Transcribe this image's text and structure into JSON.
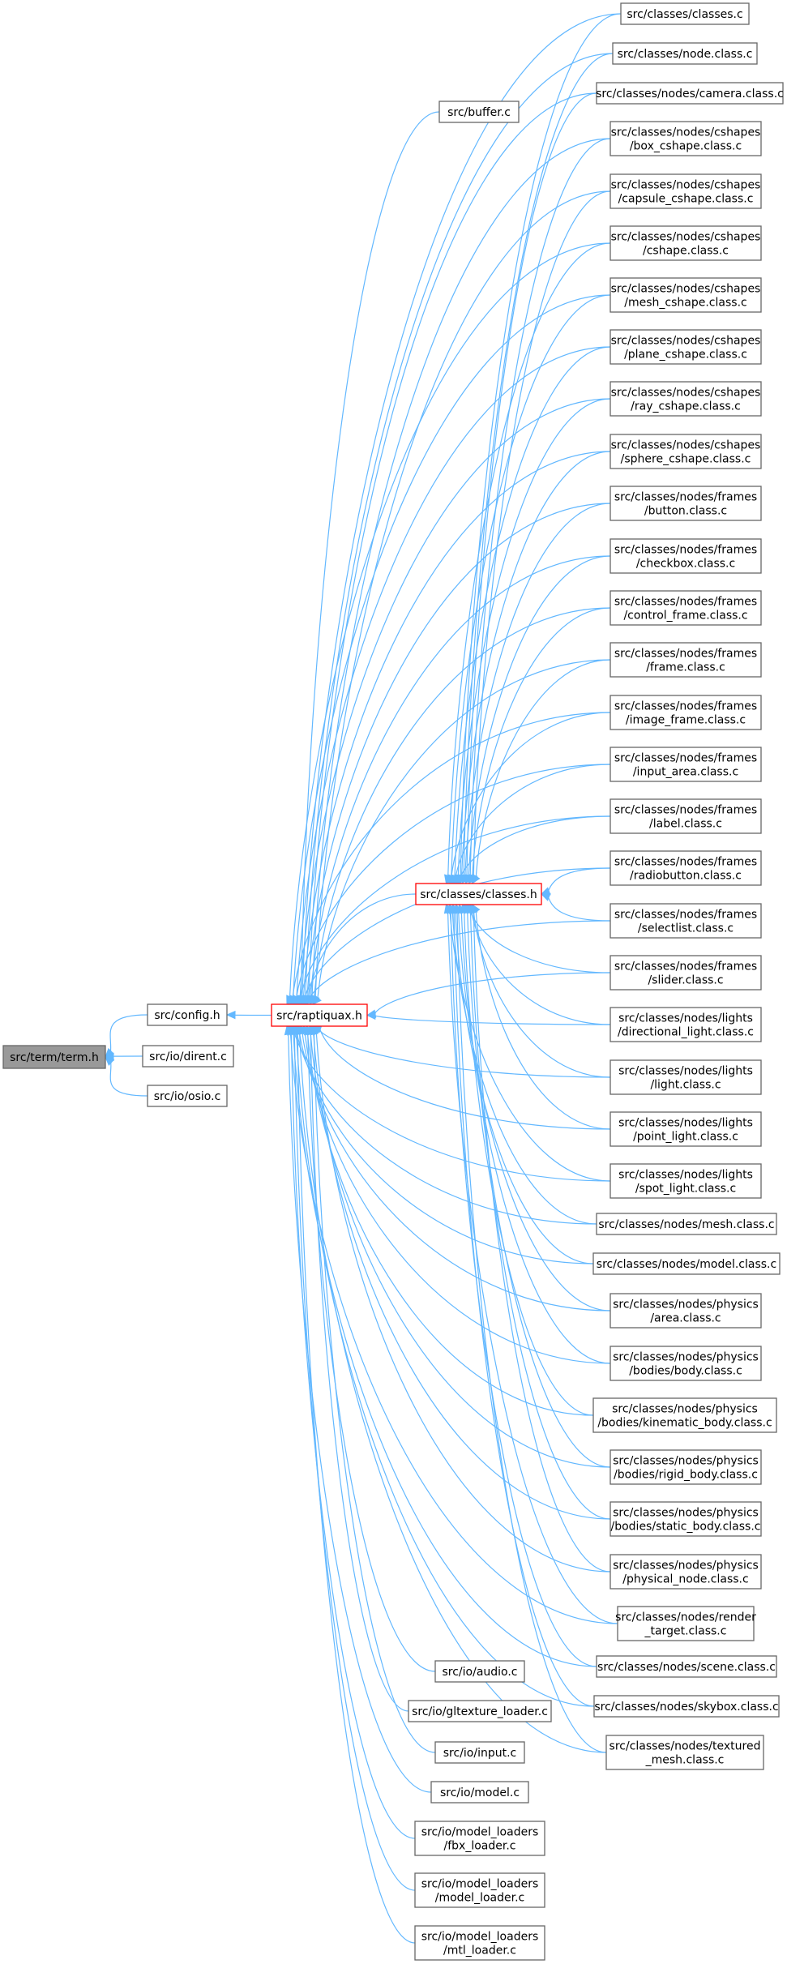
{
  "graph": {
    "colors": {
      "edge": "#63b8ff",
      "node_border": "#666666",
      "root_fill": "#999999",
      "highlight_border": "#ff0000"
    },
    "nodes": [
      {
        "id": "term",
        "lines": [
          "src/term/term.h"
        ],
        "style": "root"
      },
      {
        "id": "config",
        "lines": [
          "src/config.h"
        ]
      },
      {
        "id": "dirent",
        "lines": [
          "src/io/dirent.c"
        ]
      },
      {
        "id": "osio",
        "lines": [
          "src/io/osio.c"
        ]
      },
      {
        "id": "raptiquax",
        "lines": [
          "src/raptiquax.h"
        ],
        "style": "highlight"
      },
      {
        "id": "buffer",
        "lines": [
          "src/buffer.c"
        ]
      },
      {
        "id": "classes_h",
        "lines": [
          "src/classes/classes.h"
        ],
        "style": "highlight"
      },
      {
        "id": "audio",
        "lines": [
          "src/io/audio.c"
        ]
      },
      {
        "id": "gltexture",
        "lines": [
          "src/io/gltexture_loader.c"
        ]
      },
      {
        "id": "input",
        "lines": [
          "src/io/input.c"
        ]
      },
      {
        "id": "model",
        "lines": [
          "src/io/model.c"
        ]
      },
      {
        "id": "fbx",
        "lines": [
          "src/io/model_loaders",
          "/fbx_loader.c"
        ]
      },
      {
        "id": "model_loader",
        "lines": [
          "src/io/model_loaders",
          "/model_loader.c"
        ]
      },
      {
        "id": "mtl",
        "lines": [
          "src/io/model_loaders",
          "/mtl_loader.c"
        ]
      },
      {
        "id": "classes_c",
        "lines": [
          "src/classes/classes.c"
        ]
      },
      {
        "id": "node_c",
        "lines": [
          "src/classes/node.class.c"
        ]
      },
      {
        "id": "camera",
        "lines": [
          "src/classes/nodes/camera.class.c"
        ]
      },
      {
        "id": "box_cshape",
        "lines": [
          "src/classes/nodes/cshapes",
          "/box_cshape.class.c"
        ]
      },
      {
        "id": "capsule_cshape",
        "lines": [
          "src/classes/nodes/cshapes",
          "/capsule_cshape.class.c"
        ]
      },
      {
        "id": "cshape",
        "lines": [
          "src/classes/nodes/cshapes",
          "/cshape.class.c"
        ]
      },
      {
        "id": "mesh_cshape",
        "lines": [
          "src/classes/nodes/cshapes",
          "/mesh_cshape.class.c"
        ]
      },
      {
        "id": "plane_cshape",
        "lines": [
          "src/classes/nodes/cshapes",
          "/plane_cshape.class.c"
        ]
      },
      {
        "id": "ray_cshape",
        "lines": [
          "src/classes/nodes/cshapes",
          "/ray_cshape.class.c"
        ]
      },
      {
        "id": "sphere_cshape",
        "lines": [
          "src/classes/nodes/cshapes",
          "/sphere_cshape.class.c"
        ]
      },
      {
        "id": "button",
        "lines": [
          "src/classes/nodes/frames",
          "/button.class.c"
        ]
      },
      {
        "id": "checkbox",
        "lines": [
          "src/classes/nodes/frames",
          "/checkbox.class.c"
        ]
      },
      {
        "id": "control_frame",
        "lines": [
          "src/classes/nodes/frames",
          "/control_frame.class.c"
        ]
      },
      {
        "id": "frame",
        "lines": [
          "src/classes/nodes/frames",
          "/frame.class.c"
        ]
      },
      {
        "id": "image_frame",
        "lines": [
          "src/classes/nodes/frames",
          "/image_frame.class.c"
        ]
      },
      {
        "id": "input_area",
        "lines": [
          "src/classes/nodes/frames",
          "/input_area.class.c"
        ]
      },
      {
        "id": "label",
        "lines": [
          "src/classes/nodes/frames",
          "/label.class.c"
        ]
      },
      {
        "id": "radiobutton",
        "lines": [
          "src/classes/nodes/frames",
          "/radiobutton.class.c"
        ]
      },
      {
        "id": "selectlist",
        "lines": [
          "src/classes/nodes/frames",
          "/selectlist.class.c"
        ]
      },
      {
        "id": "slider",
        "lines": [
          "src/classes/nodes/frames",
          "/slider.class.c"
        ]
      },
      {
        "id": "directional_light",
        "lines": [
          "src/classes/nodes/lights",
          "/directional_light.class.c"
        ]
      },
      {
        "id": "light",
        "lines": [
          "src/classes/nodes/lights",
          "/light.class.c"
        ]
      },
      {
        "id": "point_light",
        "lines": [
          "src/classes/nodes/lights",
          "/point_light.class.c"
        ]
      },
      {
        "id": "spot_light",
        "lines": [
          "src/classes/nodes/lights",
          "/spot_light.class.c"
        ]
      },
      {
        "id": "mesh",
        "lines": [
          "src/classes/nodes/mesh.class.c"
        ]
      },
      {
        "id": "model_class",
        "lines": [
          "src/classes/nodes/model.class.c"
        ]
      },
      {
        "id": "area",
        "lines": [
          "src/classes/nodes/physics",
          "/area.class.c"
        ]
      },
      {
        "id": "body",
        "lines": [
          "src/classes/nodes/physics",
          "/bodies/body.class.c"
        ]
      },
      {
        "id": "kinematic_body",
        "lines": [
          "src/classes/nodes/physics",
          "/bodies/kinematic_body.class.c"
        ]
      },
      {
        "id": "rigid_body",
        "lines": [
          "src/classes/nodes/physics",
          "/bodies/rigid_body.class.c"
        ]
      },
      {
        "id": "static_body",
        "lines": [
          "src/classes/nodes/physics",
          "/bodies/static_body.class.c"
        ]
      },
      {
        "id": "physical_node",
        "lines": [
          "src/classes/nodes/physics",
          "/physical_node.class.c"
        ]
      },
      {
        "id": "render_target",
        "lines": [
          "src/classes/nodes/render",
          "_target.class.c"
        ]
      },
      {
        "id": "scene",
        "lines": [
          "src/classes/nodes/scene.class.c"
        ]
      },
      {
        "id": "skybox",
        "lines": [
          "src/classes/nodes/skybox.class.c"
        ]
      },
      {
        "id": "textured_mesh",
        "lines": [
          "src/classes/nodes/textured",
          "_mesh.class.c"
        ]
      }
    ]
  }
}
